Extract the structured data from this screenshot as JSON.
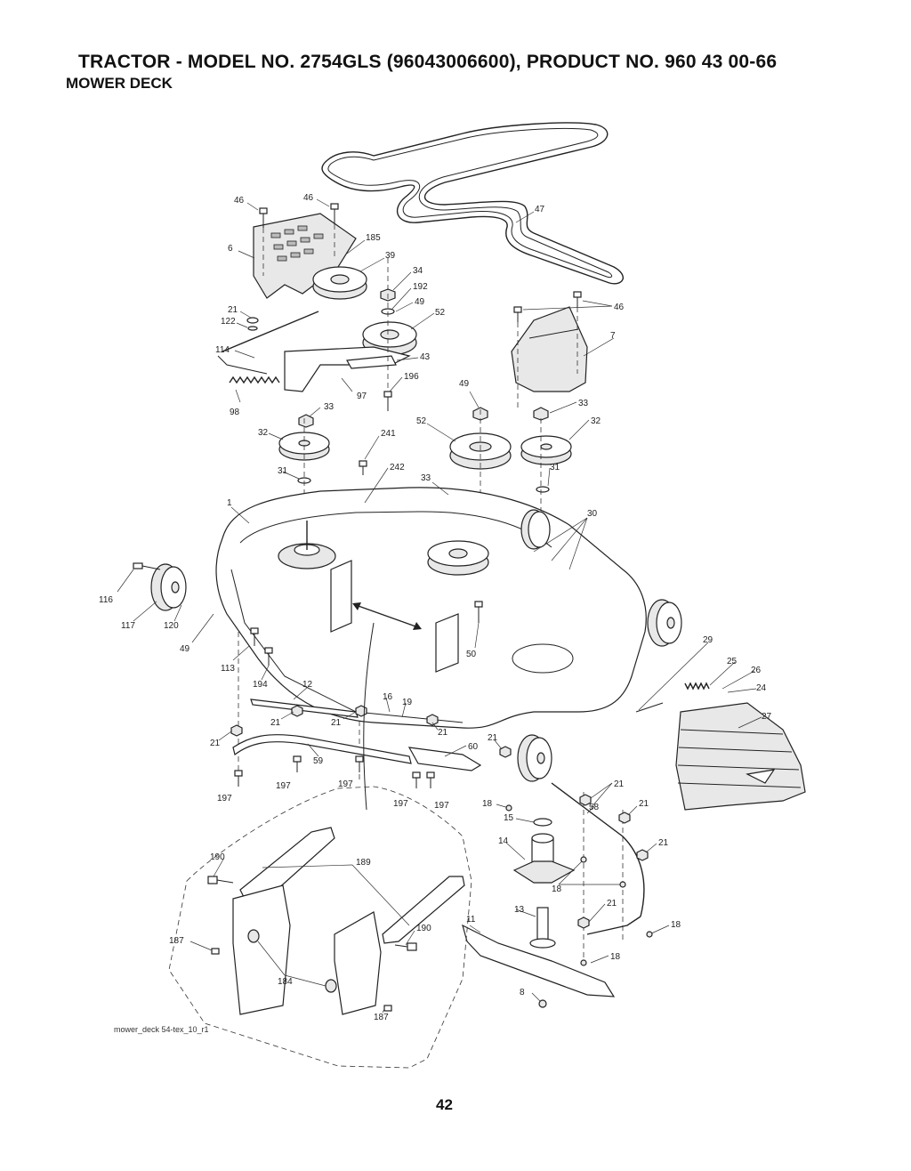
{
  "header": {
    "title": "TRACTOR - MODEL NO. 2754GLS (96043006600), PRODUCT NO. 960 43 00-66",
    "subtitle": "MOWER DECK"
  },
  "diagram": {
    "filename": "mower_deck 54-tex_10_r1",
    "part_labels": [
      "46",
      "46",
      "47",
      "185",
      "6",
      "39",
      "34",
      "192",
      "49",
      "52",
      "21",
      "122",
      "46",
      "7",
      "114",
      "43",
      "196",
      "97",
      "49",
      "98",
      "33",
      "33",
      "32",
      "241",
      "52",
      "32",
      "31",
      "242",
      "33",
      "31",
      "1",
      "30",
      "116",
      "117",
      "120",
      "49",
      "50",
      "113",
      "29",
      "25",
      "26",
      "24",
      "194",
      "12",
      "16",
      "19",
      "27",
      "21",
      "21",
      "21",
      "21",
      "60",
      "21",
      "59",
      "21",
      "197",
      "197",
      "197",
      "197",
      "197",
      "18",
      "58",
      "21",
      "15",
      "21",
      "14",
      "190",
      "189",
      "18",
      "21",
      "11",
      "13",
      "18",
      "187",
      "190",
      "18",
      "184",
      "8",
      "187"
    ]
  },
  "footer": {
    "page_number": "42"
  }
}
